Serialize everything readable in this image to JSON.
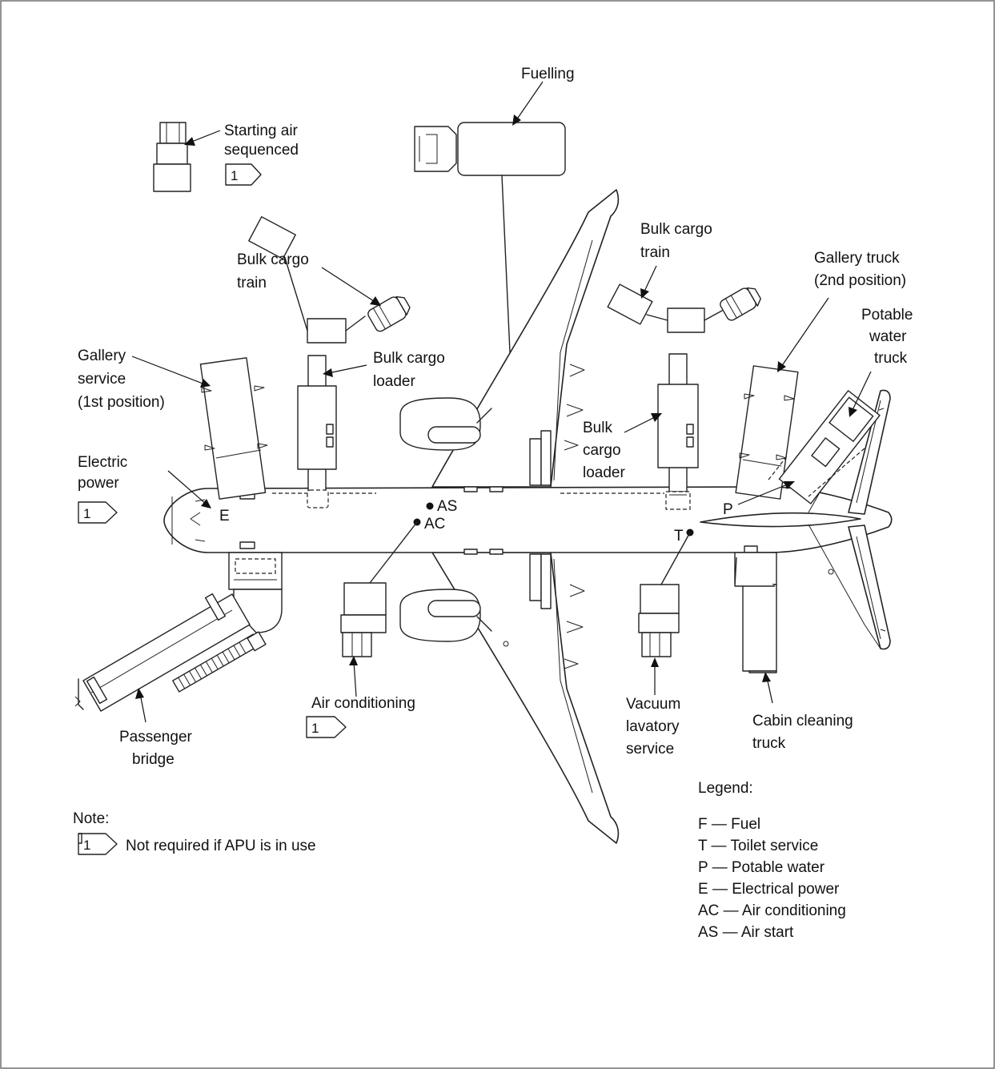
{
  "labels": {
    "fuelling": "Fuelling",
    "starting_air": [
      "Starting air",
      "sequenced"
    ],
    "bulk_cargo_train_left": [
      "Bulk cargo",
      "train"
    ],
    "bulk_cargo_train_right": [
      "Bulk cargo",
      "train"
    ],
    "gallery_truck_2nd": [
      "Gallery truck",
      "(2nd position)"
    ],
    "potable_water_truck": [
      "Potable",
      "water",
      "truck"
    ],
    "gallery_service_1st": [
      "Gallery",
      "service",
      "(1st position)"
    ],
    "bulk_cargo_loader_left": [
      "Bulk cargo",
      "loader"
    ],
    "bulk_cargo_loader_right": [
      "Bulk",
      "cargo",
      "loader"
    ],
    "electric_power": [
      "Electric",
      "power"
    ],
    "air_conditioning": "Air conditioning",
    "vacuum_lavatory": [
      "Vacuum",
      "lavatory",
      "service"
    ],
    "cabin_cleaning": [
      "Cabin cleaning",
      "truck"
    ],
    "passenger_bridge": [
      "Passenger",
      "bridge"
    ]
  },
  "service_points": {
    "as": "AS",
    "ac": "AC",
    "e": "E",
    "t": "T",
    "p": "P"
  },
  "note_tag": "1",
  "note": {
    "title": "Note:",
    "text": "Not required if APU is in use"
  },
  "legend": {
    "title": "Legend:",
    "items": [
      "F — Fuel",
      "T — Toilet service",
      "P — Potable water",
      "E — Electrical power",
      "AC — Air conditioning",
      "AS — Air start"
    ]
  }
}
